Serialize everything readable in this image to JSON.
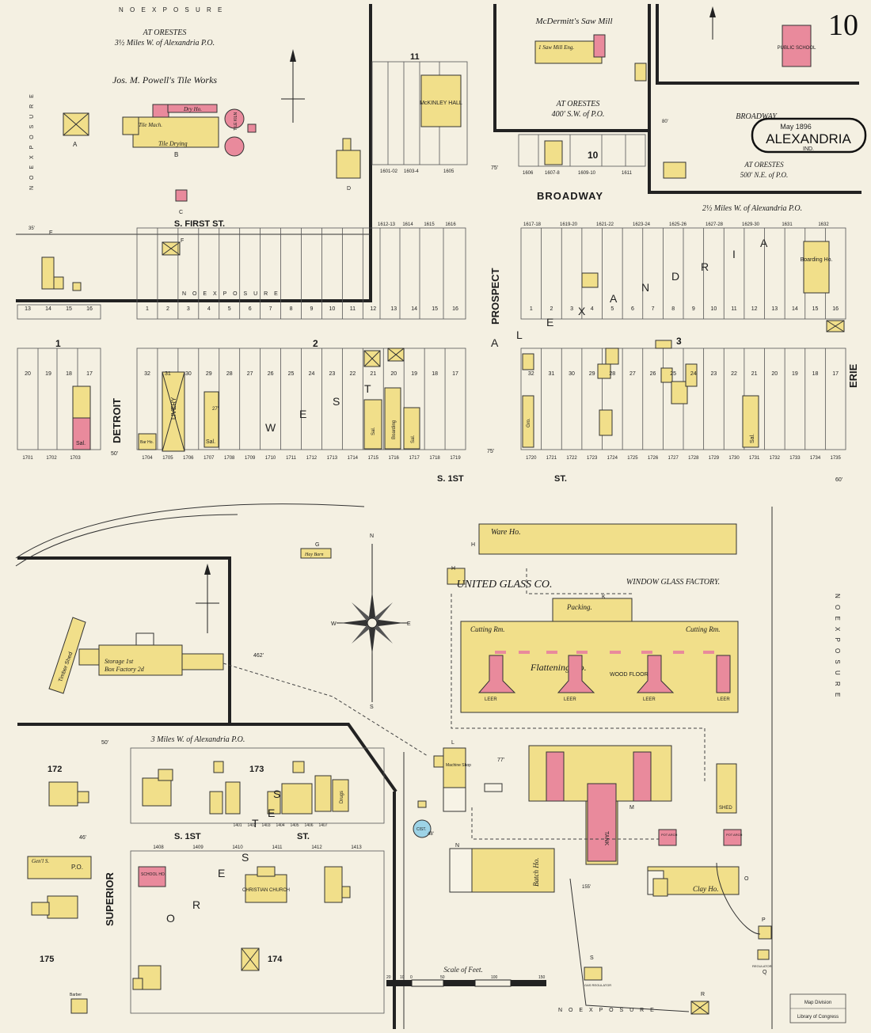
{
  "sheet": {
    "number": "10",
    "title": {
      "date": "May 1896",
      "town": "ALEXANDRIA",
      "state": "IND."
    },
    "map_division_stamp": [
      "Map Division",
      "Library of Congress"
    ]
  },
  "streets": {
    "broadway_main": "BROADWAY",
    "broadway_small": "BROADWAY",
    "prospect": "PROSPECT",
    "detroit": "DETROIT",
    "erie": "ERIE",
    "superior": "SUPERIOR",
    "s_first_top": "S. FIRST ST.",
    "s_first_mid": "S. 1ST",
    "st_mid": "ST.",
    "s_first_bottom": "S. 1ST",
    "st_bottom": "ST.",
    "alexandria_letters": [
      "A",
      "L",
      "E",
      "X",
      "A",
      "N",
      "D",
      "R",
      "I",
      "A"
    ],
    "west_letters": [
      "W",
      "E",
      "S",
      "T"
    ],
    "orestes_letters": [
      "O",
      "R",
      "E",
      "S",
      "T",
      "E",
      "S"
    ]
  },
  "exposure": "N O   E X P O S U R E",
  "blocks": {
    "b1": "1",
    "b2": "2",
    "b3": "3",
    "b10": "10",
    "b11": "11",
    "b172": "172",
    "b173": "173",
    "b174": "174",
    "b175": "175"
  },
  "annotations": {
    "tile_header1": "AT ORESTES",
    "tile_header2": "3½ Miles W. of Alexandria P.O.",
    "tile_works": "Jos. M. Powell's Tile Works",
    "saw_mill": "McDermitt's Saw Mill",
    "saw_at1": "AT ORESTES",
    "saw_at2": "400' S.W. of P.O.",
    "ne_at1": "AT ORESTES",
    "ne_at2": "500' N.E. of P.O.",
    "two_half_miles": "2½ Miles W. of Alexandria P.O.",
    "three_miles": "3 Miles W. of Alexandria P.O.",
    "glass_co": "UNITED GLASS CO.",
    "window_glass": "WINDOW GLASS FACTORY.",
    "scale_label": "Scale of Feet.",
    "scale_ticks": [
      "20",
      "10",
      "0",
      "50",
      "100",
      "150"
    ]
  },
  "building_labels": {
    "tile_mach": "Tile Mach.",
    "tile_drying": "Tile Drying",
    "dry_ho": "Dry Ho.",
    "tile_kiln": "TILE KILN",
    "saw_mill_eng": "1 Saw Mill  Eng.",
    "mckinley": "McKINLEY HALL",
    "public_school": "PUBLIC SCHOOL",
    "boarding_ho": "Boarding Ho.",
    "livery": "LIVERY",
    "sal": "Sal.",
    "boarding": "Boarding",
    "gro": "Gro.",
    "bar_ho": "Bar Ho.",
    "ware_ho": "Ware Ho.",
    "packing": "Packing.",
    "cutting_rm": "Cutting Rm.",
    "flattening": "Flattening Ho.",
    "leer": "LEER",
    "wood_floor": "WOOD FLOOR.",
    "storage": "Storage 1st",
    "box_factory": "Box Factory 2d",
    "timber_shed": "Timber Shed",
    "hay_barn": "Hay Barn",
    "machine_shop": "Machine Shop",
    "tank": "TANK",
    "batch_ho": "Batch Ho.",
    "clay_ho": "Clay Ho.",
    "shed": "SHED",
    "pot_arch": "POT ARCH",
    "cist": "CIST.",
    "gas_regulator": "GAS REGULATOR",
    "gas_regulator2": "REGULATOR",
    "school_ho": "SCHOOL HO.",
    "christian_church": "CHRISTIAN CHURCH",
    "drugs": "Drugs",
    "po": "P.O.",
    "gen_s": "Gen'l S.",
    "barber": "Barber",
    "grog": "Gro."
  },
  "lot_numbers": {
    "broadway_north": [
      "1601-02",
      "1603-4",
      "1605"
    ],
    "broadway_n2": [
      "1606",
      "1607-8",
      "1609-10",
      "1611"
    ],
    "broadway_s": [
      "1617-18",
      "1619-20",
      "1621-22",
      "1623-24",
      "1625-26",
      "1627-28",
      "1629-30",
      "1631",
      "1632"
    ],
    "block3_upper": [
      "1",
      "2",
      "3",
      "4",
      "5",
      "6",
      "7",
      "8",
      "9",
      "10",
      "11",
      "12",
      "13",
      "14",
      "15",
      "16"
    ],
    "block3_lower": [
      "32",
      "31",
      "30",
      "29",
      "28",
      "27",
      "26",
      "25",
      "24",
      "23",
      "22",
      "21",
      "20",
      "19",
      "18",
      "17"
    ],
    "block3_addr": [
      "1720",
      "1721",
      "1722",
      "1723",
      "1724",
      "1725",
      "1726",
      "1727",
      "1728",
      "1729",
      "1730",
      "1731",
      "1732",
      "1733",
      "1734",
      "1735"
    ],
    "block2_upper": [
      "1",
      "2",
      "3",
      "4",
      "5",
      "6",
      "7",
      "8",
      "9",
      "10",
      "11",
      "12",
      "13",
      "14",
      "15",
      "16"
    ],
    "block2_lower": [
      "32",
      "31",
      "30",
      "29",
      "28",
      "27",
      "26",
      "25",
      "24",
      "23",
      "22",
      "21",
      "20",
      "19",
      "18",
      "17"
    ],
    "block2_addr": [
      "1704",
      "1705",
      "1706",
      "1707",
      "1708",
      "1709",
      "1710",
      "1711",
      "1712",
      "1713",
      "1714",
      "1715",
      "1716",
      "1717",
      "1718",
      "1719"
    ],
    "block1_upper": [
      "13",
      "14",
      "15",
      "16"
    ],
    "block1_lower": [
      "20",
      "19",
      "18",
      "17"
    ],
    "block1_addr": [
      "1701",
      "1702",
      "1703"
    ],
    "first_st_addr": [
      "1612-13",
      "1614",
      "1615",
      "1616"
    ],
    "orestes_addr": [
      "1408",
      "1409",
      "1410",
      "1411",
      "1412",
      "1413"
    ],
    "orestes_n": [
      "1401",
      "1402",
      "1403",
      "1404",
      "1405",
      "1406",
      "1407"
    ]
  },
  "letters": [
    "A",
    "B",
    "C",
    "D",
    "E",
    "F",
    "G",
    "H",
    "J",
    "K",
    "L",
    "M",
    "N",
    "O",
    "P",
    "Q",
    "R",
    "S"
  ],
  "dims": {
    "d1": "35'",
    "d2": "75'",
    "d3": "50'",
    "d4": "80'",
    "d5": "60'",
    "d6": "462'",
    "d7": "77'",
    "d8": "48'",
    "d9": "50'",
    "d10": "46'",
    "d11": "27'",
    "d12": "155'"
  },
  "compass": {
    "n": "N",
    "s": "S",
    "e": "E",
    "w": "W"
  },
  "colors": {
    "brick": "#e98a9c",
    "frame": "#f1df8a",
    "water": "#9dd3e6",
    "paper": "#f4f0e2"
  }
}
